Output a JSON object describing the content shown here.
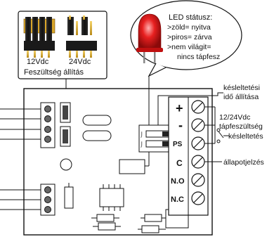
{
  "jumpers": {
    "left_label": "12Vdc",
    "right_label": "24Vdc",
    "caption": "Feszültség állítás"
  },
  "led": {
    "title": "LED státusz:",
    "lines": [
      ">zöld= nyitva",
      ">piros= zárva",
      ">nem világit=",
      "nincs tápfesz"
    ]
  },
  "annotations": {
    "delay_setting": [
      "késleltetési",
      "idő állítása"
    ],
    "supply": [
      "12/24Vdc",
      "tápfeszültség"
    ],
    "delay": "késleltetés",
    "status_signal": "állapotjelzés"
  },
  "terminals": {
    "plus": "+",
    "minus": "-",
    "ps": "PS",
    "c": "C",
    "no": "N.O",
    "nc": "N.C"
  },
  "colors": {
    "led_red": "#e01818",
    "board_stroke": "#111111",
    "background": "#ffffff"
  }
}
